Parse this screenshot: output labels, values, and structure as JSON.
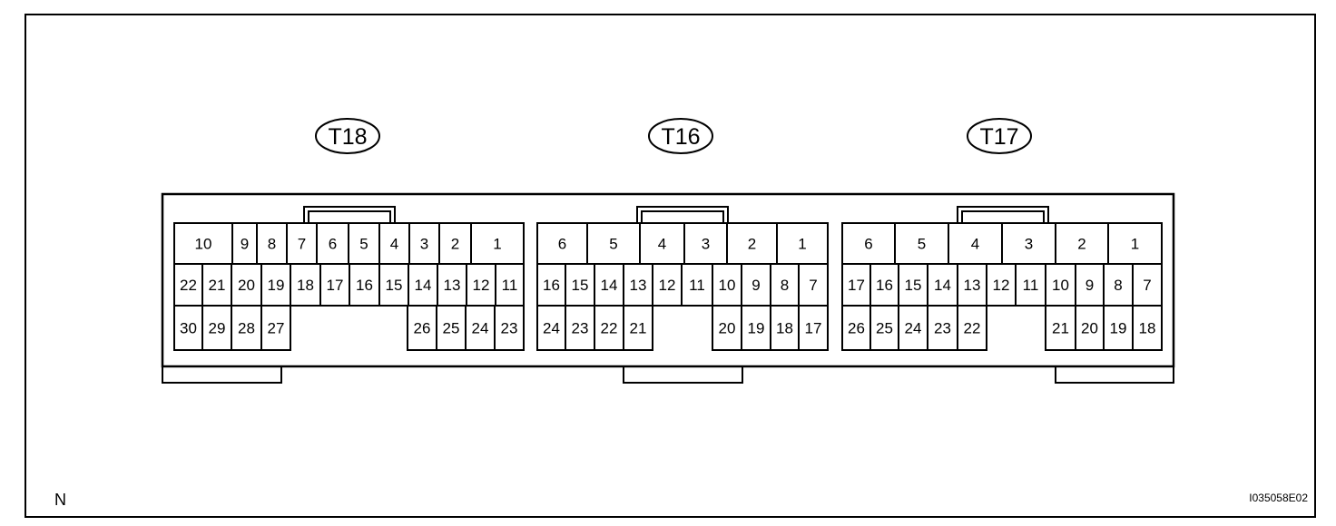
{
  "figure_id": "I035058E02",
  "view_label": "N",
  "connectors": [
    {
      "name": "T18",
      "rows": [
        [
          "10",
          "9",
          "8",
          "7",
          "6",
          "5",
          "4",
          "3",
          "2",
          "1"
        ],
        [
          "22",
          "21",
          "20",
          "19",
          "18",
          "17",
          "16",
          "15",
          "14",
          "13",
          "12",
          "11"
        ],
        [
          "30",
          "29",
          "28",
          "27",
          "26",
          "25",
          "24",
          "23"
        ]
      ]
    },
    {
      "name": "T16",
      "rows": [
        [
          "6",
          "5",
          "4",
          "3",
          "2",
          "1"
        ],
        [
          "16",
          "15",
          "14",
          "13",
          "12",
          "11",
          "10",
          "9",
          "8",
          "7"
        ],
        [
          "24",
          "23",
          "22",
          "21",
          "20",
          "19",
          "18",
          "17"
        ]
      ]
    },
    {
      "name": "T17",
      "rows": [
        [
          "6",
          "5",
          "4",
          "3",
          "2",
          "1"
        ],
        [
          "17",
          "16",
          "15",
          "14",
          "13",
          "12",
          "11",
          "10",
          "9",
          "8",
          "7"
        ],
        [
          "26",
          "25",
          "24",
          "23",
          "22",
          "21",
          "20",
          "19",
          "18"
        ]
      ]
    }
  ]
}
